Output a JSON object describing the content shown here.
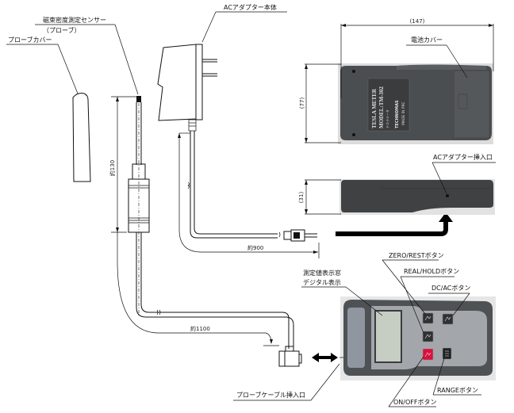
{
  "labels": {
    "probe_sensor_line1": "磁束密度測定センサー",
    "probe_sensor_line2": "（プローブ）",
    "probe_cover": "プローブカバー",
    "ac_adapter_body": "ACアダプター本体",
    "battery_cover": "電池カバー",
    "ac_adapter_jack": "ACアダプター挿入口",
    "display_window_line1": "測定値表示窓",
    "display_window_line2": "デジタル表示",
    "zero_rest_button": "ZERO/RESTボタン",
    "real_hold_button": "REAL/HOLDボタン",
    "dc_ac_button": "DC/ACボタン",
    "range_button": "RANGEボタン",
    "on_off_button": "ON/OFFボタン",
    "probe_cable_jack": "プローブケーブル挿入口"
  },
  "dimensions": {
    "width": "(147)",
    "height": "(77)",
    "thickness": "(31)",
    "probe_length": "約130",
    "adapter_cable": "約900",
    "probe_cable": "約1100"
  },
  "device_label": {
    "line1": "TESLA METER",
    "line2": "MODEL:TM-302",
    "line3": "テスラメータ",
    "brand": "TECHNOMAS",
    "origin": "MADE IN PRC"
  },
  "colors": {
    "device_body": "#4a4d4e",
    "device_face": "#a9acb0",
    "on_off_button": "#d8103c",
    "lcd": "#c6cdc3"
  }
}
